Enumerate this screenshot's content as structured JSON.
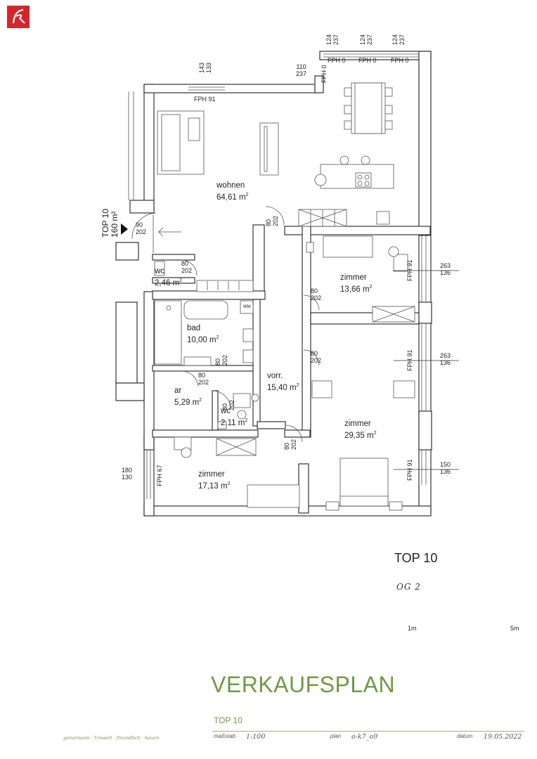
{
  "document": {
    "title": "VERKAUFSPLAN",
    "unit": "TOP 10",
    "floor_handwritten": "OG 2",
    "slogan": "gemeinsam · Umwelt · freundlich · bauen"
  },
  "unit_marker": {
    "name": "TOP 10",
    "size": "160 m²"
  },
  "rooms": [
    {
      "name": "wohnen",
      "area": "64,61 m"
    },
    {
      "name": "zimmer",
      "area": "13,66 m"
    },
    {
      "name": "wc",
      "area": "2,46 m"
    },
    {
      "name": "bad",
      "area": "10,00 m"
    },
    {
      "name": "zimmer",
      "area": "29,35 m"
    },
    {
      "name": "vorr.",
      "area": "15,40 m"
    },
    {
      "name": "ar",
      "area": "5,29 m"
    },
    {
      "name": "wc",
      "area": "2,11 m"
    },
    {
      "name": "zimmer",
      "area": "17,13 m"
    }
  ],
  "area_unit_sup": "2",
  "windows": {
    "top_left": {
      "fph": "FPH 91",
      "w": "143",
      "h": "133"
    },
    "top_mid": {
      "fph": "FPH 0",
      "w": "110",
      "h": "237"
    },
    "top_1": {
      "fph": "FPH 0",
      "w": "124",
      "h": "237"
    },
    "top_2": {
      "fph": "FPH 0",
      "w": "124",
      "h": "237"
    },
    "top_3": {
      "fph": "FPH 0",
      "w": "124",
      "h": "237"
    },
    "right_1": {
      "fph": "FPH 91",
      "w": "263",
      "h": "136"
    },
    "right_2": {
      "fph": "FPH 91",
      "w": "263",
      "h": "136"
    },
    "right_3": {
      "fph": "FPH 91",
      "w": "150",
      "h": "136"
    },
    "left_1": {
      "fph": "FPH 67",
      "w": "180",
      "h": "130"
    }
  },
  "doors": {
    "entry": {
      "w": "90",
      "h": "202"
    },
    "wc1": {
      "w": "80",
      "h": "202"
    },
    "wohnen": {
      "w": "80",
      "h": "202"
    },
    "zimmer1": {
      "w": "80",
      "h": "202"
    },
    "zimmer2": {
      "w": "80",
      "h": "202"
    },
    "bad": {
      "w": "80",
      "h": "202"
    },
    "ar": {
      "w": "80",
      "h": "202"
    },
    "wc2": {
      "w": "80",
      "h": "202"
    },
    "zimmer3": {
      "w": "80",
      "h": "202"
    }
  },
  "fixtures": {
    "washing_machine": "WM"
  },
  "scale_bar": {
    "start": "1m",
    "end": "5m"
  },
  "footer": {
    "massstab_label": "maßstab",
    "massstab_value": "1:100",
    "plan_label": "plan",
    "plan_value": "o-k7_o9",
    "datum_label": "datum",
    "datum_value": "19.05.2022"
  },
  "colors": {
    "accent_green": "#6f9a44",
    "logo_red": "#d4252b",
    "unit_highlight": "#d1343a",
    "wall": "#ffffff",
    "wall_outline": "#333333"
  }
}
